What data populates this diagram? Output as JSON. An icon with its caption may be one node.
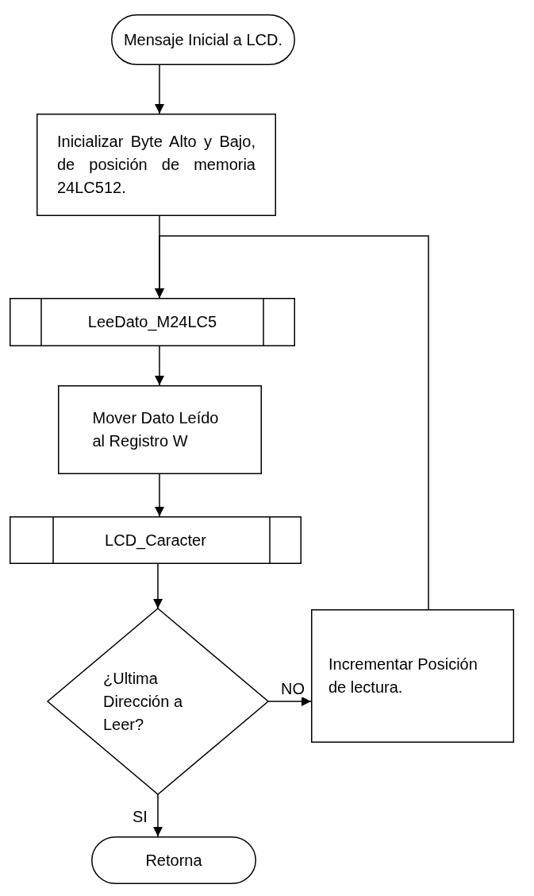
{
  "diagram": {
    "nodes": [
      {
        "text": [
          "Mensaje Inicial a LCD."
        ]
      },
      {
        "text": [
          "Inicializar Byte Alto y Bajo, de posición de memoria 24LC512."
        ]
      },
      {
        "text": [
          "LeeDato_M24LC5"
        ]
      },
      {
        "text": [
          "Mover Dato Leído al Registro W"
        ]
      },
      {
        "text": [
          "LCD_Caracter"
        ]
      },
      {
        "text": [
          "¿Ultima Dirección a Leer?"
        ]
      },
      {
        "text": [
          "Incrementar Posición de lectura."
        ]
      },
      {
        "text": [
          "Retorna"
        ]
      }
    ],
    "edges": [
      {
        "from": 0,
        "to": 1,
        "arrow": "to"
      },
      {
        "from": 1,
        "to": 2,
        "arrow": "to"
      },
      {
        "from": 2,
        "to": 3,
        "arrow": "to"
      },
      {
        "from": 3,
        "to": 4,
        "arrow": "to"
      },
      {
        "from": 4,
        "to": 5,
        "arrow": "to"
      },
      {
        "from": 5,
        "to": 6,
        "arrow": "to",
        "label": "NO"
      },
      {
        "from": 6,
        "to": 2,
        "arrow": "to"
      },
      {
        "from": 5,
        "to": 7,
        "arrow": "to",
        "label": "SI"
      }
    ]
  }
}
